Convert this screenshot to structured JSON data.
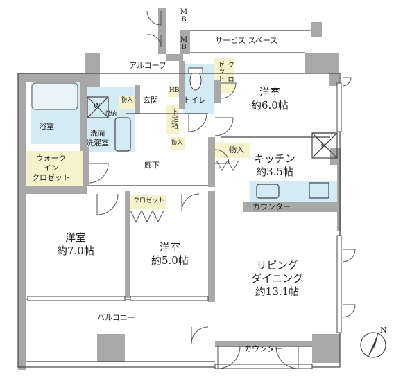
{
  "labels": {
    "service_space": "サービス スペース",
    "alcove": "アルコーブ",
    "mb_top": "MB",
    "mb_bottom": "MB",
    "closet_tr": "ク\nロ",
    "closet_tr2": "ゼット",
    "room_6": "洋室\n約6.0帖",
    "bath": "浴室",
    "storage_1": "物入",
    "entrance": "玄関",
    "toilet": "トイレ",
    "shoe_box": "下足箱",
    "storage_2": "物入",
    "storage_3": "物入",
    "washroom": "洗面\n洗濯室",
    "walkin": "ウォーク\nイン\nクロゼット",
    "corridor": "廊下",
    "kitchen": "キッチン\n約3.5帖",
    "closet_mid": "クロゼット",
    "counter_kitchen": "カウンター",
    "room_7": "洋室\n約7.0帖",
    "room_5": "洋室\n約5.0帖",
    "living": "リビング\nダイニング\n約13.1帖",
    "balcony": "バルコニー",
    "counter_bottom": "カウンター",
    "wash_w": "W",
    "fridge_r": "R",
    "shelf": "収納",
    "hb": "HB"
  },
  "colors": {
    "wall": "#a8a8a8",
    "wet_area": "#d4eaf4",
    "closet_fill": "#f6f2cc",
    "line": "#444444"
  },
  "compass": {
    "direction": "N"
  }
}
